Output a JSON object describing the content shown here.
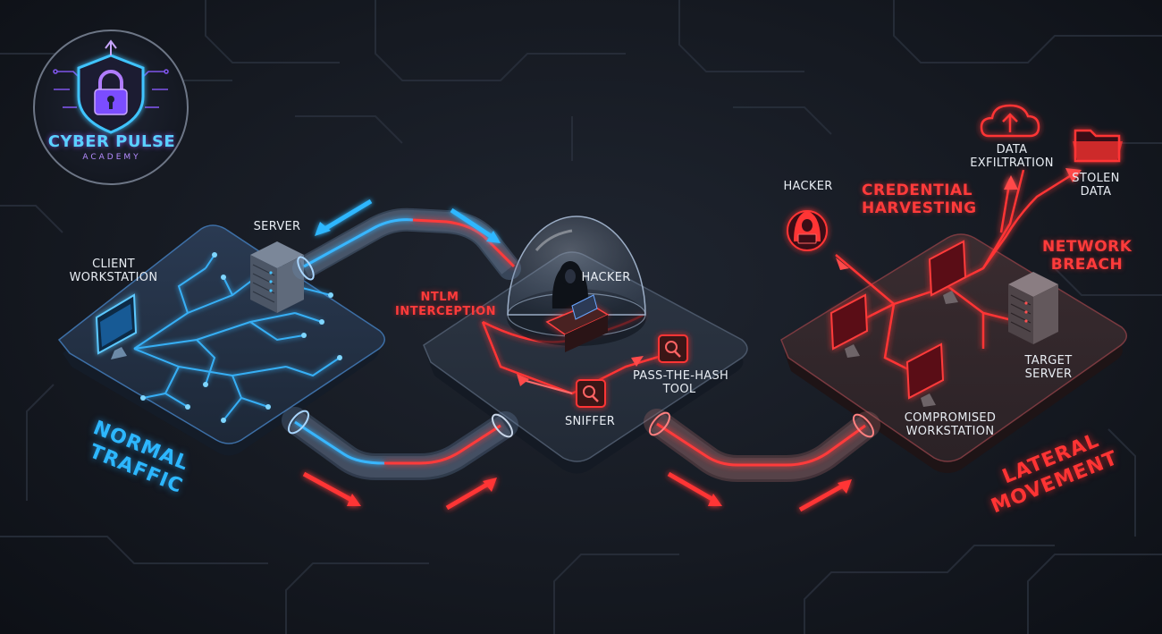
{
  "brand": {
    "name": "CYBER PULSE",
    "tagline": "ACADEMY"
  },
  "labels": {
    "client_workstation": [
      "CLIENT",
      "WORKSTATION"
    ],
    "server": "SERVER",
    "hacker_mid": "HACKER",
    "ntlm": [
      "NTLM",
      "INTERCEPTION"
    ],
    "pass_the_hash": [
      "PASS-THE-HASH",
      "TOOL"
    ],
    "sniffer": "SNIFFER",
    "hacker_right": "HACKER",
    "credential": [
      "CREDENTIAL",
      "HARVESTING"
    ],
    "data_exfil": [
      "DATA",
      "EXFILTRATION"
    ],
    "stolen_data": [
      "STOLEN",
      "DATA"
    ],
    "network_breach": [
      "NETWORK",
      "BREACH"
    ],
    "target_server": [
      "TARGET",
      "SERVER"
    ],
    "compromised": [
      "COMPROMISED",
      "WORKSTATION"
    ],
    "normal_traffic": [
      "NORMAL",
      "TRAFFIC"
    ],
    "lateral_movement": [
      "LATERAL",
      "MOVEMENT"
    ]
  },
  "icons": [
    "padlock-shield-icon",
    "monitor-icon",
    "server-rack-icon",
    "hacker-icon",
    "glass-dome-icon",
    "magnifier-icon",
    "cloud-upload-icon",
    "folder-icon",
    "arrow-icon"
  ],
  "colors": {
    "normal": "#2db7ff",
    "attack": "#ff3434",
    "background": "#161a22",
    "brand": "#5ad0ff"
  }
}
